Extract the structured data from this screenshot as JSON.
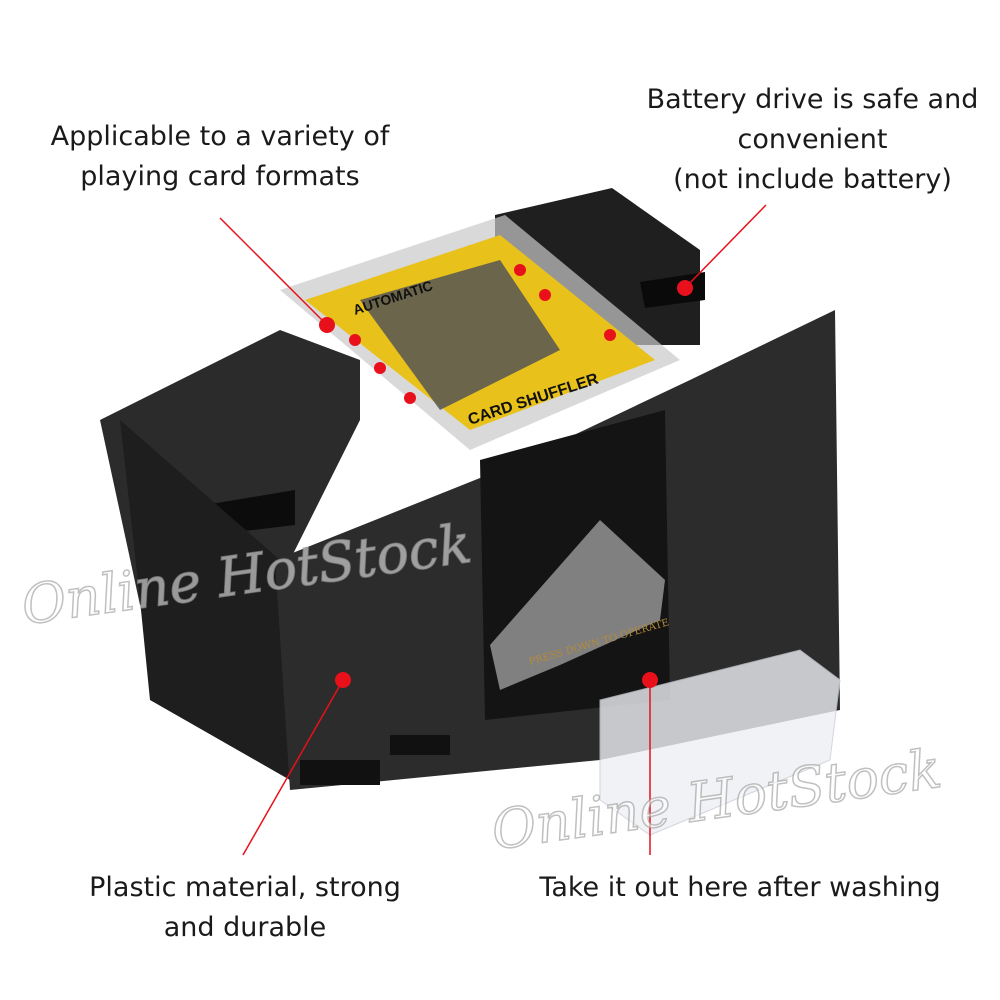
{
  "callouts": {
    "top_left": [
      "Applicable to a variety of",
      "playing card formats"
    ],
    "top_right": [
      "Battery drive is safe and",
      "convenient",
      "(not include battery)"
    ],
    "bottom_left": [
      "Plastic material, strong",
      "and durable"
    ],
    "bottom_right": [
      "Take it out here after washing"
    ]
  },
  "product_labels": {
    "lid_top": "AUTOMATIC",
    "lid_bottom": "CARD SHUFFLER",
    "tray": "PRESS DOWN TO OPERATE"
  },
  "watermark": "Online HotStock",
  "colors": {
    "callout_red": "#e8101a",
    "body": "#2a2a2a",
    "lid_yellow": "#e8c21a"
  }
}
